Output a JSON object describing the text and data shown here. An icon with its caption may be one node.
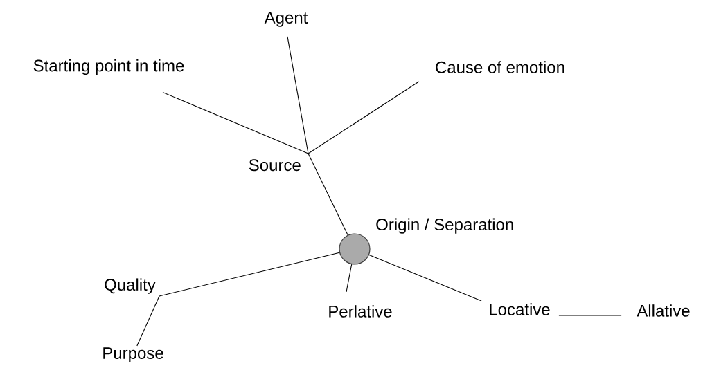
{
  "diagram": {
    "nodes": [
      {
        "text": [
          "Agent"
        ]
      },
      {
        "text": [
          "Starting point in time"
        ]
      },
      {
        "text": [
          "Cause of emotion"
        ]
      },
      {
        "text": [
          "Source"
        ]
      },
      {
        "text": [],
        "shape": "circle",
        "beside": [
          "Origin / Separation"
        ]
      },
      {
        "text": [
          "Quality"
        ]
      },
      {
        "text": [
          "Purpose"
        ]
      },
      {
        "text": [
          "Perlative"
        ]
      },
      {
        "text": [
          "Locative"
        ]
      },
      {
        "text": [
          "Allative"
        ]
      }
    ],
    "edges": [
      {
        "from": 0,
        "to": 3,
        "arrow": "none"
      },
      {
        "from": 1,
        "to": 3,
        "arrow": "none"
      },
      {
        "from": 2,
        "to": 3,
        "arrow": "none"
      },
      {
        "from": 3,
        "to": 4,
        "arrow": "none"
      },
      {
        "from": 4,
        "to": 5,
        "arrow": "none"
      },
      {
        "from": 5,
        "to": 6,
        "arrow": "none"
      },
      {
        "from": 4,
        "to": 7,
        "arrow": "none"
      },
      {
        "from": 4,
        "to": 8,
        "arrow": "none"
      },
      {
        "from": 8,
        "to": 9,
        "arrow": "none"
      }
    ]
  }
}
